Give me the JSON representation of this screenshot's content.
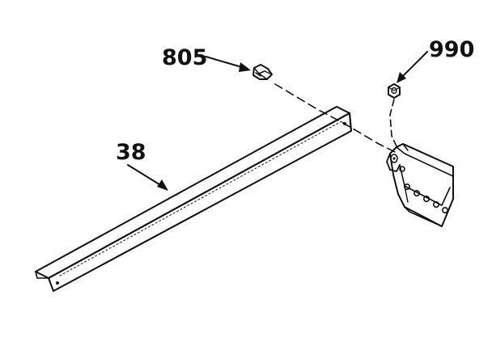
{
  "diagram": {
    "callouts": {
      "part_805": "805",
      "part_990": "990",
      "part_38": "38"
    }
  }
}
